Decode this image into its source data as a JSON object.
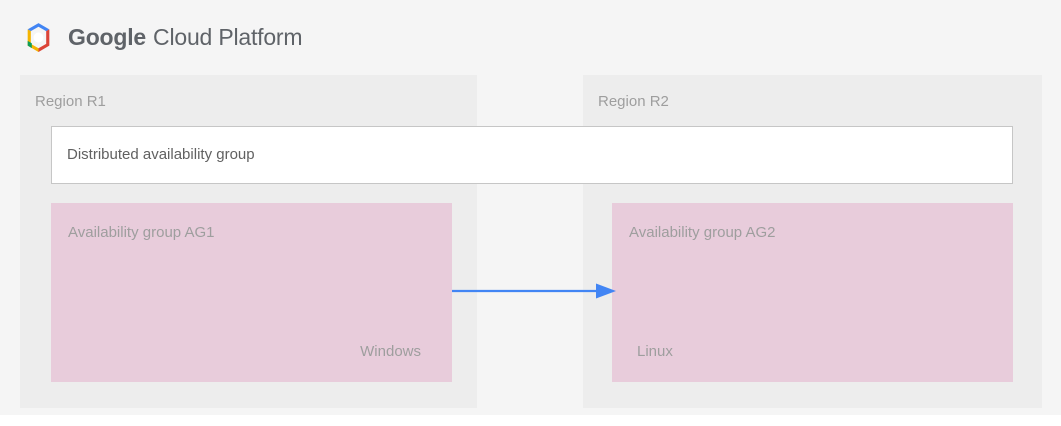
{
  "header": {
    "logo_icon": "google-cloud-platform-logo",
    "brand_strong": "Google",
    "brand_rest": "Cloud Platform"
  },
  "diagram": {
    "regions": [
      {
        "id": "r1",
        "label": "Region R1",
        "availability_group": {
          "title": "Availability group AG1",
          "os": "Windows"
        }
      },
      {
        "id": "r2",
        "label": "Region R2",
        "availability_group": {
          "title": "Availability group AG2",
          "os": "Linux"
        }
      }
    ],
    "distributed_availability_group": {
      "label": "Distributed availability group"
    },
    "connector": {
      "icon": "arrow-right-icon",
      "direction": "left-to-right",
      "from": "Availability group AG1",
      "to": "Availability group AG2"
    }
  },
  "colors": {
    "page_background": "#f5f5f5",
    "region_panel": "#ededed",
    "availability_group": "#e8ccdb",
    "distributed_group_fill": "#ffffff",
    "distributed_group_border": "#c6c6c6",
    "arrow": "#4285f4",
    "muted_text": "#9e9e9e",
    "body_text": "#616161",
    "logo_blue": "#4285f4",
    "logo_red": "#db4437",
    "logo_yellow": "#f4b400",
    "logo_green": "#0f9d58"
  }
}
